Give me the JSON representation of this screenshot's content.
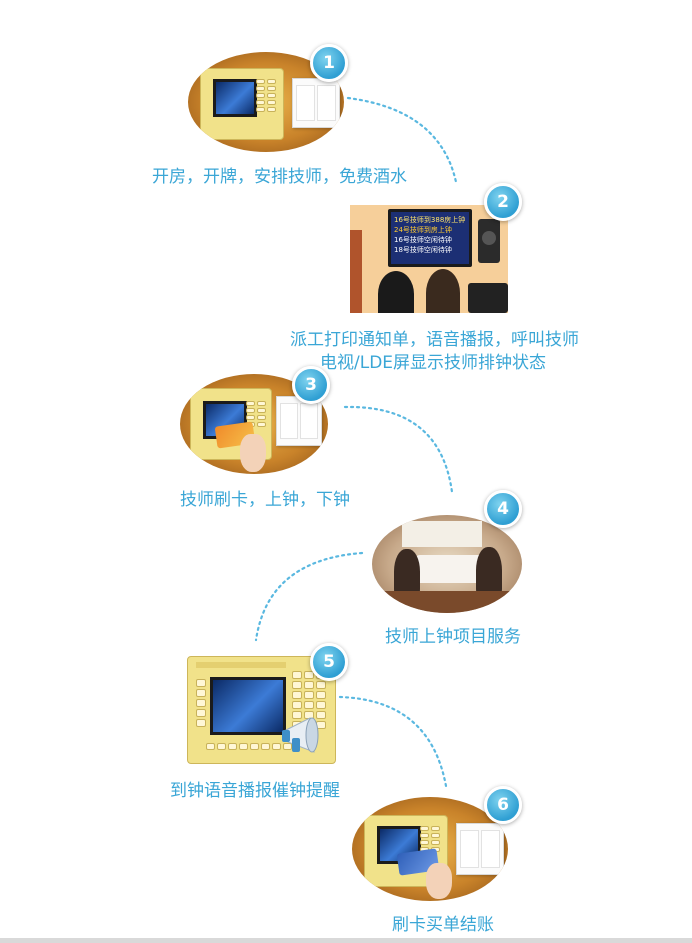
{
  "steps": [
    {
      "number": "1",
      "caption": "开房，开牌，安排技师，免费酒水"
    },
    {
      "number": "2",
      "caption_line1": "派工打印通知单，语音播报，呼叫技师",
      "caption_line2": "电视/LDE屏显示技师排钟状态"
    },
    {
      "number": "3",
      "caption": "技师刷卡，上钟，下钟"
    },
    {
      "number": "4",
      "caption": "技师上钟项目服务"
    },
    {
      "number": "5",
      "caption": "到钟语音播报催钟提醒"
    },
    {
      "number": "6",
      "caption": "刷卡买单结账"
    }
  ],
  "tv_screen_lines": [
    "16号技师到388房上钟",
    "24号技师到房上钟",
    "16号技师空闲待钟",
    "18号技师空闲待钟"
  ],
  "colors": {
    "caption": "#3aa6d6",
    "badge": "#2f9fd3",
    "connector": "#5ab8e0",
    "wood": "#c9832a"
  }
}
